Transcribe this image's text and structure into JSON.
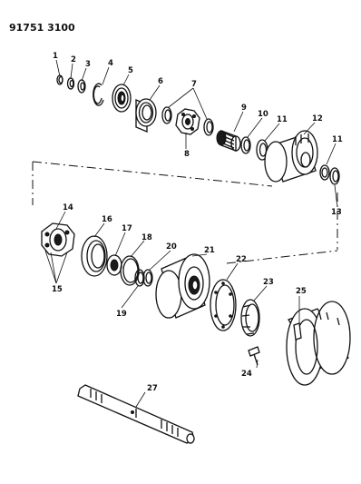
{
  "diagram": {
    "code": "91751 3100",
    "callouts": [
      "1",
      "2",
      "3",
      "4",
      "5",
      "6",
      "7",
      "8",
      "9",
      "10",
      "11",
      "12",
      "11",
      "13",
      "14",
      "15",
      "16",
      "17",
      "18",
      "19",
      "20",
      "21",
      "22",
      "23",
      "24",
      "25",
      "27"
    ]
  }
}
